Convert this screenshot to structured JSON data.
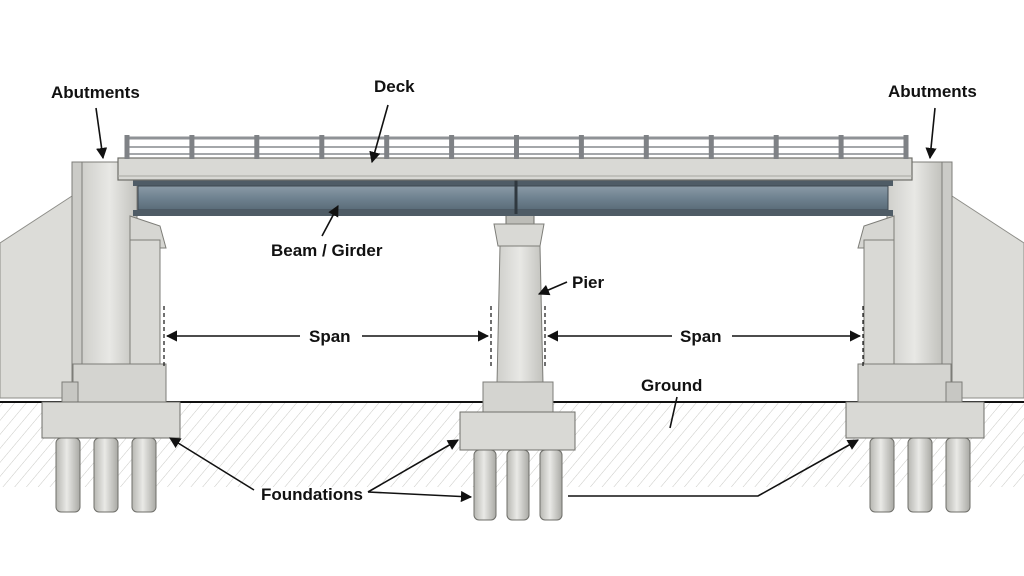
{
  "labels": {
    "abutments_left": "Abutments",
    "abutments_right": "Abutments",
    "deck": "Deck",
    "beam_girder": "Beam / Girder",
    "pier": "Pier",
    "span_left": "Span",
    "span_right": "Span",
    "ground": "Ground",
    "foundations": "Foundations"
  },
  "colors": {
    "concrete_light": "#e6e6e3",
    "concrete_mid": "#d3d3cf",
    "concrete_dark": "#b5b5b0",
    "girder_steel": "#6f8290",
    "railing": "#9a9da0",
    "line": "#111111"
  },
  "railing_posts": 13
}
